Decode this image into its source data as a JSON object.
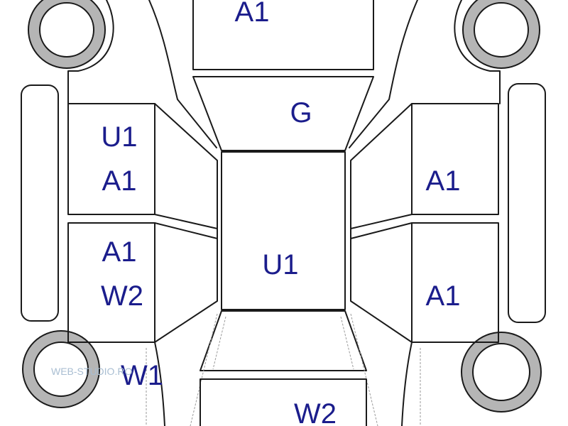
{
  "panels": {
    "hood": "A1",
    "windshield": "G",
    "roof": "U1",
    "front_left_door_upper": "U1",
    "front_left_door_lower": "A1",
    "rear_left_door_upper": "A1",
    "rear_left_door_lower": "W2",
    "front_right_door": "A1",
    "rear_right_door": "A1",
    "rear_left_quarter": "W1",
    "trunk": "W2"
  },
  "watermark": "WEB-STUDIO.RO",
  "colors": {
    "outline": "#1a1a1a",
    "label": "#1b1d8c",
    "tire": "#b5b5b5",
    "watermark": "#a9bed2"
  }
}
